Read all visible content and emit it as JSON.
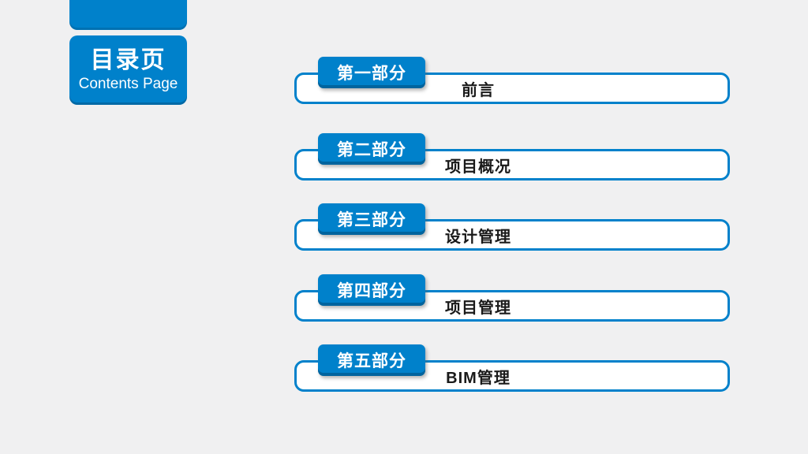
{
  "colors": {
    "accent": "#0081CB",
    "accent_dark": "#00619A",
    "background": "#F0F0F1",
    "box_bg": "#FFFFFF",
    "text": "#1A1A1A"
  },
  "header": {
    "title_cn": "目录页",
    "title_en": "Contents Page"
  },
  "sections": [
    {
      "badge": "第一部分",
      "title": "前言"
    },
    {
      "badge": "第二部分",
      "title": "项目概况"
    },
    {
      "badge": "第三部分",
      "title": "设计管理"
    },
    {
      "badge": "第四部分",
      "title": "项目管理"
    },
    {
      "badge": "第五部分",
      "title": "BIM管理"
    }
  ]
}
